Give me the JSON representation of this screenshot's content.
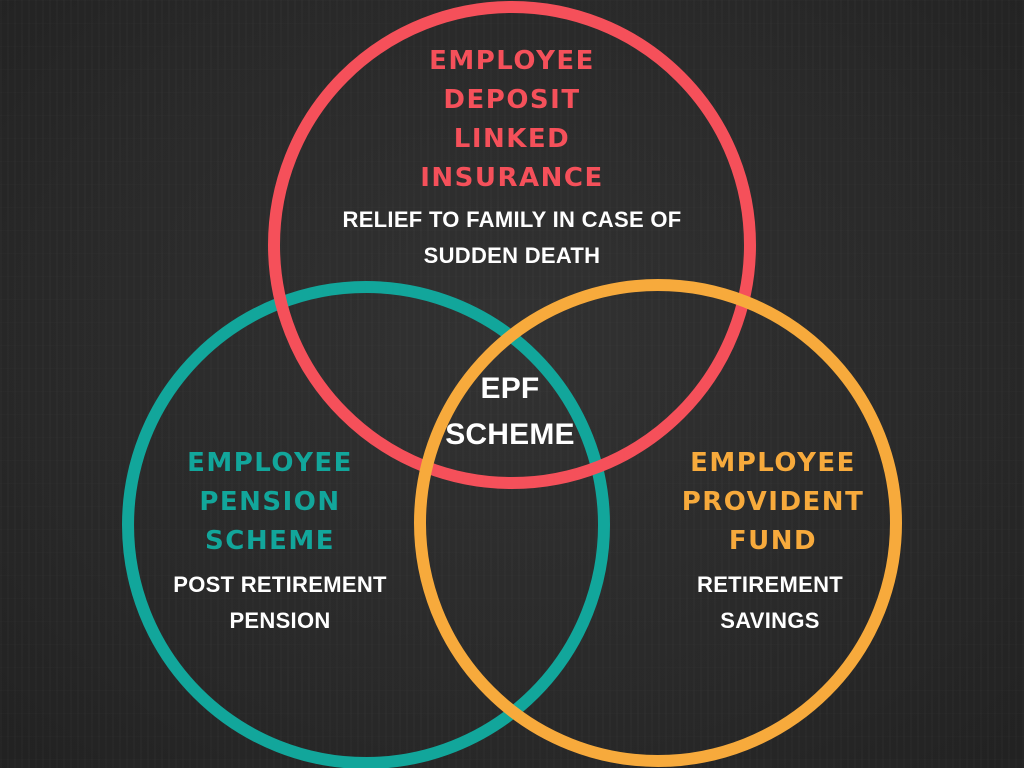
{
  "circles": {
    "edli": {
      "title": "EMPLOYEE\nDEPOSIT\nLINKED\nINSURANCE",
      "description": "RELIEF TO FAMILY IN CASE OF\nSUDDEN DEATH",
      "color": "#f5505a"
    },
    "eps": {
      "title": "EMPLOYEE\nPENSION\nSCHEME",
      "description": "POST RETIREMENT\nPENSION",
      "color": "#12a69b"
    },
    "epf": {
      "title": "EMPLOYEE\nPROVIDENT\nFUND",
      "description": "RETIREMENT\nSAVINGS",
      "color": "#f7aa3c"
    }
  },
  "center": {
    "label": "EPF\nSCHEME"
  },
  "background_color": "#2b2b2b"
}
